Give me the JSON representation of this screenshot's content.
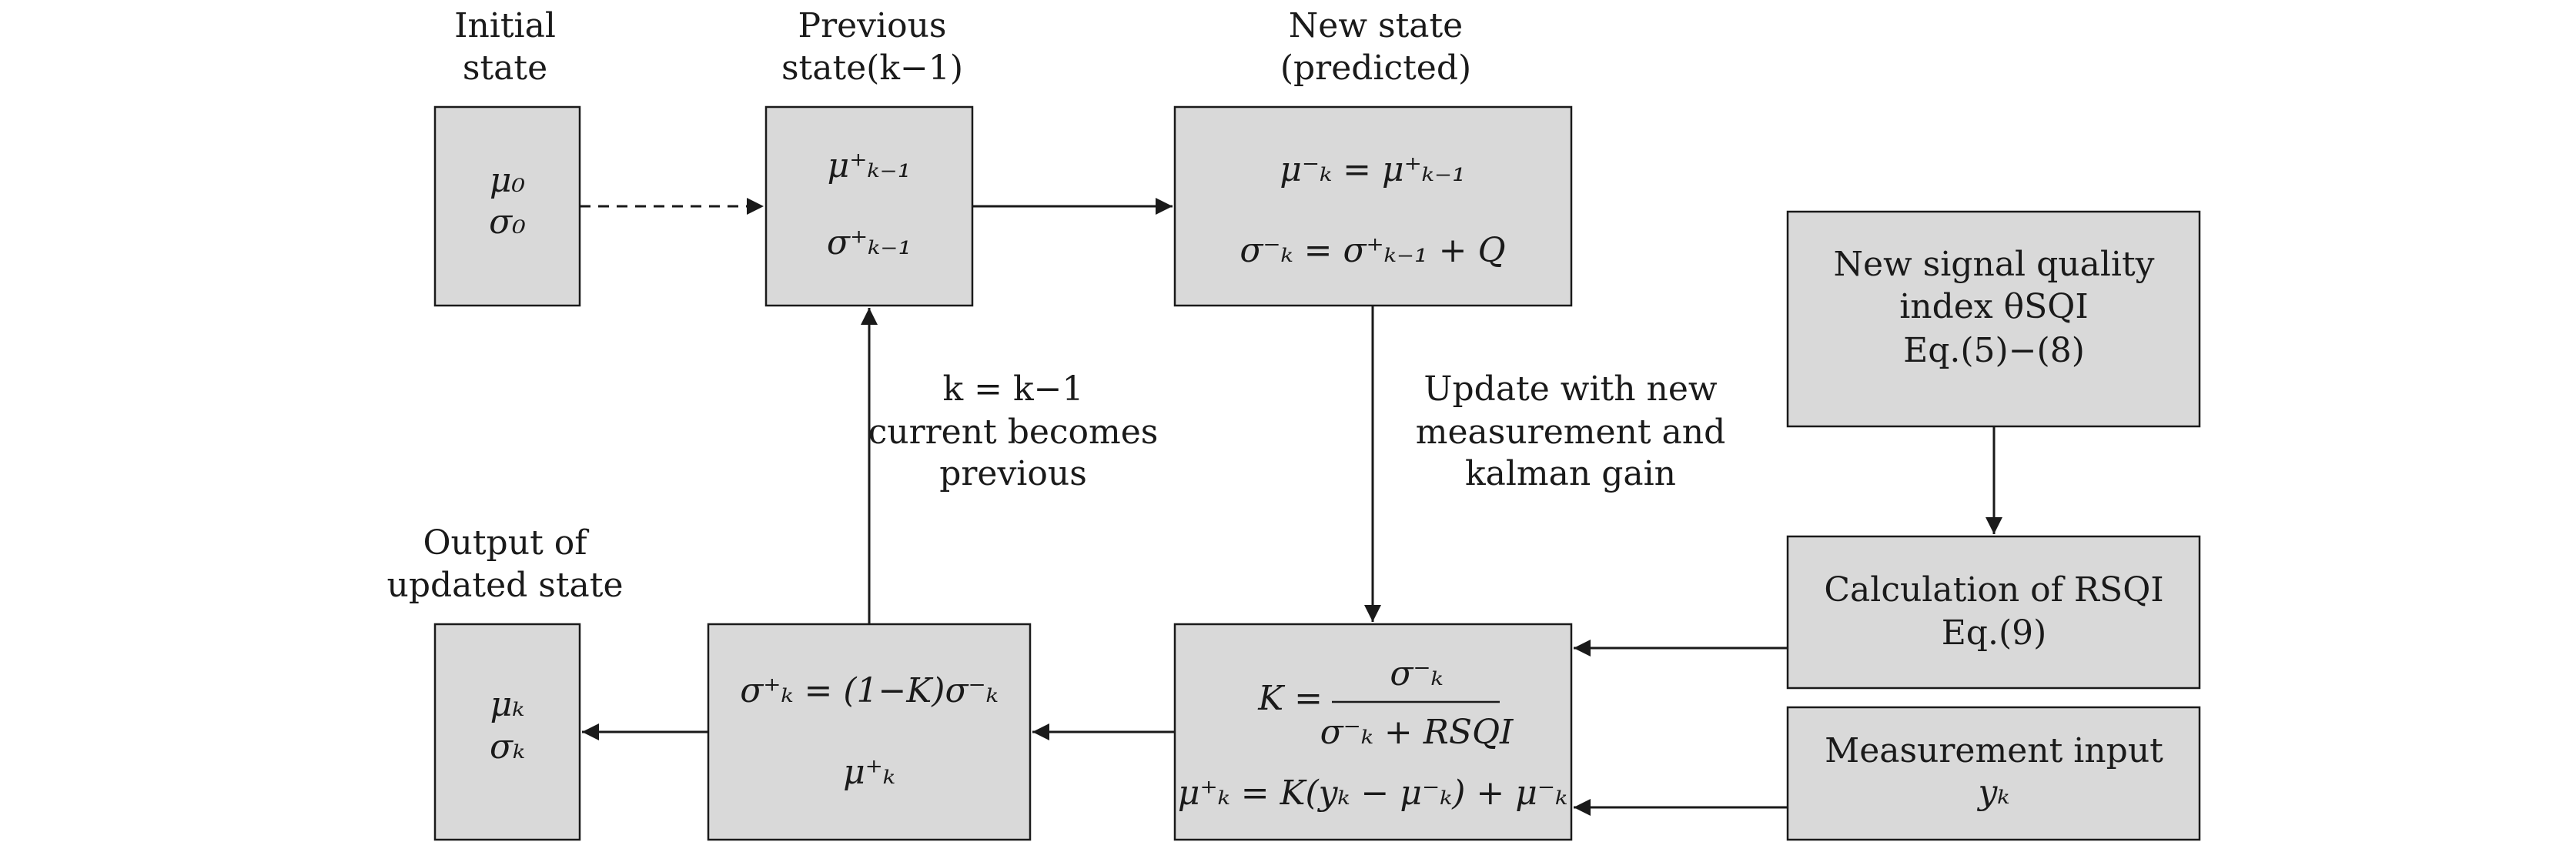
{
  "labels": {
    "initial_state": [
      "Initial",
      "state"
    ],
    "previous_state": [
      "Previous",
      "state(k−1)"
    ],
    "new_state": [
      "New state",
      "(predicted)"
    ],
    "output_state": [
      "Output of",
      "updated state"
    ],
    "loop_note": [
      "k = k−1",
      "current becomes",
      "previous"
    ],
    "update_note": [
      "Update with new",
      "measurement and",
      "kalman gain"
    ]
  },
  "boxes": {
    "initial": [
      "μ₀",
      "σ₀"
    ],
    "previous": [
      "μ⁺ₖ₋₁",
      "σ⁺ₖ₋₁"
    ],
    "predicted": [
      "μ⁻ₖ = μ⁺ₖ₋₁",
      "σ⁻ₖ = σ⁺ₖ₋₁ + Q"
    ],
    "sqi": [
      "New signal quality",
      "index θSQI",
      "Eq.(5)−(8)"
    ],
    "rsqi": [
      "Calculation of RSQI",
      "Eq.(9)"
    ],
    "measurement": [
      "Measurement input",
      "yₖ"
    ],
    "gain": {
      "lhs": "K =",
      "numerator": "σ⁻ₖ",
      "denominator": "σ⁻ₖ + RSQI",
      "update": "μ⁺ₖ = K(yₖ − μ⁻ₖ) + μ⁻ₖ"
    },
    "updated": [
      "σ⁺ₖ = (1−K)σ⁻ₖ",
      "μ⁺ₖ"
    ],
    "output": [
      "μₖ",
      "σₖ"
    ]
  }
}
